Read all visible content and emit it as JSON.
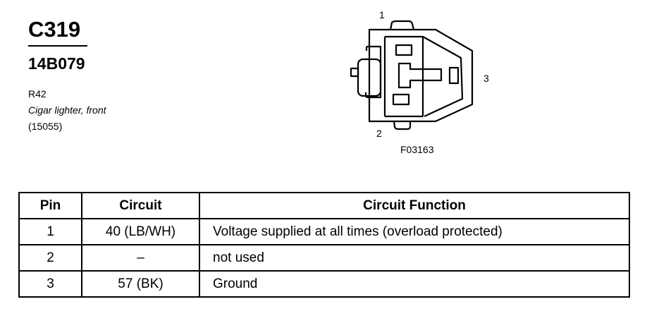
{
  "connector": {
    "id": "C319",
    "part_number": "14B079",
    "ref_code": "R42",
    "description": "Cigar lighter, front",
    "component_number": "(15055)"
  },
  "diagram": {
    "figure_id": "F03163",
    "pin_labels": [
      "1",
      "2",
      "3"
    ]
  },
  "table": {
    "headers": [
      "Pin",
      "Circuit",
      "Circuit Function"
    ],
    "rows": [
      {
        "pin": "1",
        "circuit": "40 (LB/WH)",
        "function": "Voltage supplied at all times (overload protected)"
      },
      {
        "pin": "2",
        "circuit": "–",
        "function": "not used"
      },
      {
        "pin": "3",
        "circuit": "57 (BK)",
        "function": "Ground"
      }
    ]
  }
}
